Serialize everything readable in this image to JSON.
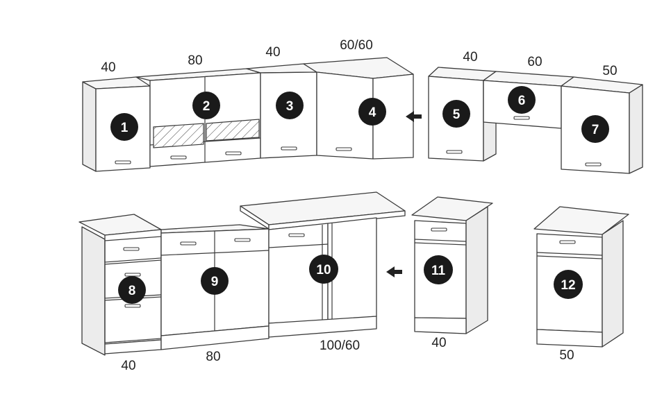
{
  "diagram": {
    "upper_widths": {
      "w1": "40",
      "w2": "80",
      "w3": "40",
      "w4": "60/60",
      "w5": "40",
      "w6": "60",
      "w7": "50"
    },
    "lower_widths": {
      "w8": "40",
      "w9": "80",
      "w10": "100/60",
      "w11": "40",
      "w12": "50"
    },
    "badges": {
      "b1": "1",
      "b2": "2",
      "b3": "3",
      "b4": "4",
      "b5": "5",
      "b6": "6",
      "b7": "7",
      "b8": "8",
      "b9": "9",
      "b10": "10",
      "b11": "11",
      "b12": "12"
    },
    "colors": {
      "line": "#3a3a3a",
      "badge": "#1a1a1a",
      "side": "#ececec",
      "top": "#f6f6f6"
    },
    "icons": {
      "connector": "arrow-left-icon",
      "badge": "numbered-circle",
      "handle": "bar-handle"
    }
  }
}
